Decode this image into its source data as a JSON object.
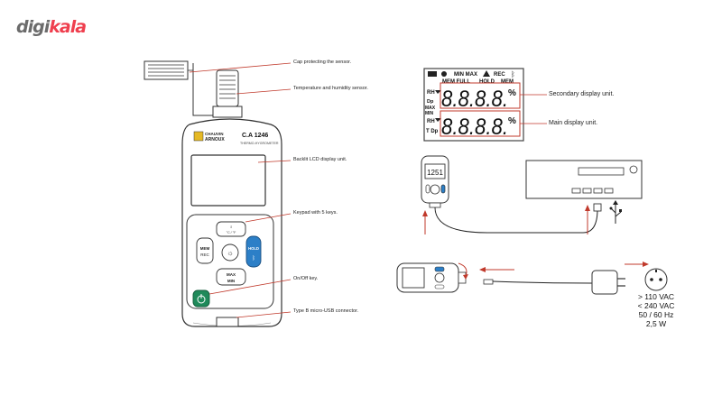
{
  "logo": {
    "part1": "digi",
    "part2": "kala"
  },
  "device": {
    "brand_line1": "CHAUVIN",
    "brand_line2": "ARNOUX",
    "model": "C.A 1246",
    "subtitle": "THERMO-HYGROMETER",
    "key_mem": "MEM",
    "key_rec": "REC",
    "key_hold": "HOLD",
    "key_max": "MAX",
    "key_min": "MIN",
    "key_top_units": "°C / °F"
  },
  "callouts": {
    "cap": "Cap protecting the sensor.",
    "sensor": "Temperature and humidity sensor.",
    "lcd": "Backlit LCD display unit.",
    "keypad": "Keypad with 5 keys.",
    "onoff": "On/Off key.",
    "usb": "Type B micro-USB connector.",
    "secondary": "Secondary display unit.",
    "main": "Main display unit."
  },
  "lcd_panel": {
    "top_min_max": "MIN MAX",
    "top_rec": "REC",
    "top_mem_full": "MEM FULL",
    "top_hold": "HOLD",
    "top_mem": "MEM",
    "digits": "8.8.8.8.",
    "percent": "%",
    "label_rh_top": "RH",
    "label_dp": "Dp",
    "label_max": "MAX",
    "label_min": "MIN",
    "label_rh_bottom": "RH",
    "label_tdp": "T Dp"
  },
  "small_lcd": "1251",
  "power_specs": [
    "> 110 VAC",
    "< 240 VAC",
    "50 / 60 Hz",
    "2,5 W"
  ],
  "colors": {
    "accent_red": "#c0392b",
    "hold_blue": "#2c7fc7",
    "onoff_green": "#1f8a5a",
    "logo_red": "#ef3f4e"
  }
}
